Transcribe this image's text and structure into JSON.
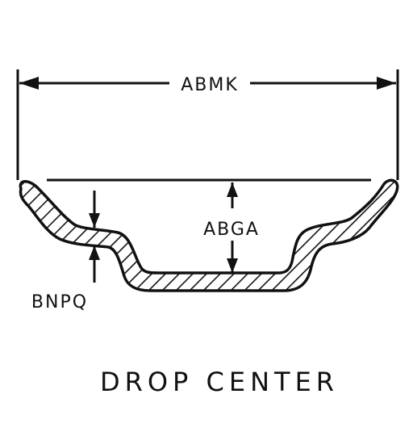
{
  "diagram": {
    "title": "DROP CENTER",
    "dimensions": {
      "overall_width": "ABMK",
      "drop_depth": "ABGA",
      "material_thickness": "BNPQ"
    }
  },
  "colors": {
    "ink": "#111111",
    "paper": "#ffffff"
  }
}
